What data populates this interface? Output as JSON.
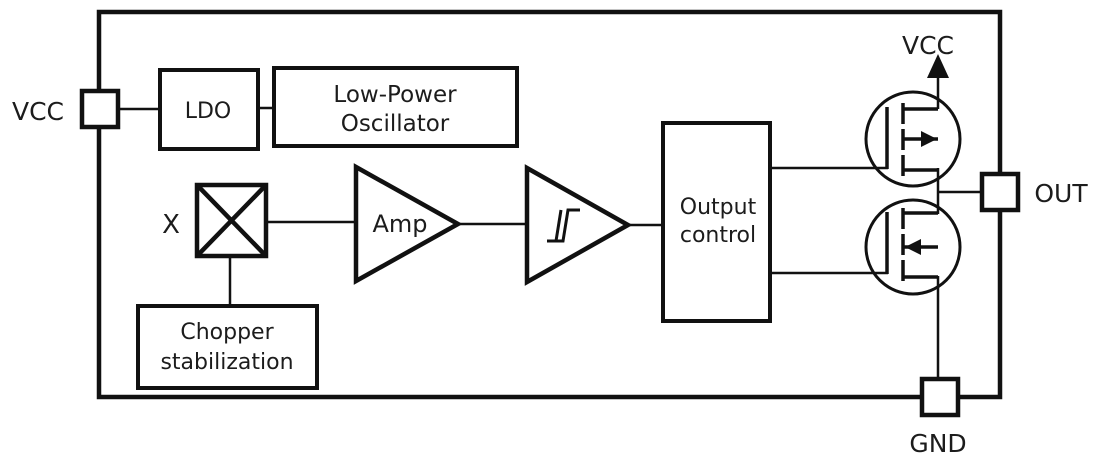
{
  "diagram": {
    "pins": {
      "vcc_left": {
        "label": "VCC"
      },
      "vcc_top": {
        "label": "VCC"
      },
      "out": {
        "label": "OUT"
      },
      "gnd": {
        "label": "GND"
      }
    },
    "blocks": {
      "ldo": {
        "label": "LDO"
      },
      "oscillator": {
        "line1": "Low-Power",
        "line2": "Oscillator"
      },
      "multiplier": {
        "label": "X"
      },
      "amplifier": {
        "label": "Amp"
      },
      "output_control": {
        "line1": "Output",
        "line2": "control"
      },
      "chopper": {
        "line1": "Chopper",
        "line2": "stabilization"
      }
    },
    "colors": {
      "line": "#111111",
      "background": "#ffffff",
      "text": "#1c1c1c"
    }
  }
}
